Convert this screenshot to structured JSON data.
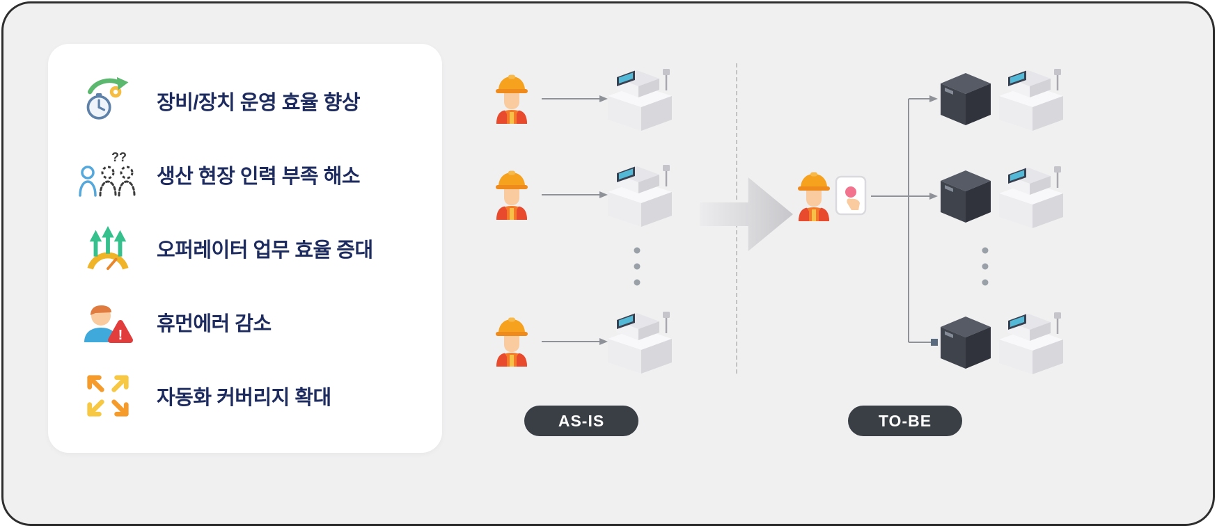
{
  "benefits": {
    "items": [
      {
        "label": "장비/장치 운영 효율 향상",
        "icon": "gauge-growth-icon"
      },
      {
        "label": "생산 현장 인력 부족 해소",
        "icon": "people-shortage-icon",
        "decor": "??"
      },
      {
        "label": "오퍼레이터 업무 효율 증대",
        "icon": "rising-arrows-icon"
      },
      {
        "label": "휴먼에러 감소",
        "icon": "human-error-icon",
        "decor": "!"
      },
      {
        "label": "자동화 커버리지 확대",
        "icon": "expand-arrows-icon"
      }
    ]
  },
  "flow": {
    "asis_label": "AS-IS",
    "tobe_label": "TO-BE"
  },
  "colors": {
    "canvas_bg": "#f0f0f1",
    "card_bg": "#ffffff",
    "text_navy": "#1d2b5f",
    "pill_bg": "#3a3f46",
    "pill_text": "#ffffff",
    "connector_gray": "#8e9298",
    "helmet_orange": "#f6a21e",
    "vest_red": "#e84a2e",
    "accent_green": "#5cb86f",
    "alert_red": "#e23d3d",
    "tablet_pink": "#f2738d"
  }
}
